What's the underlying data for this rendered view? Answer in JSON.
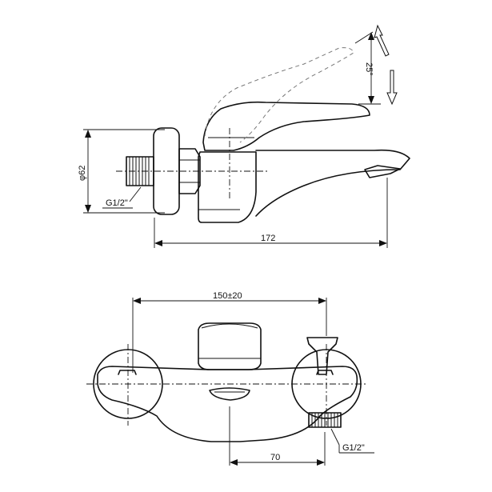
{
  "labels": {
    "angle": "25°",
    "diameter": "φ62",
    "thread_top": "G1/2\"",
    "length": "172",
    "centers": "150±20",
    "offset": "70",
    "thread_bottom": "G1/2\""
  }
}
